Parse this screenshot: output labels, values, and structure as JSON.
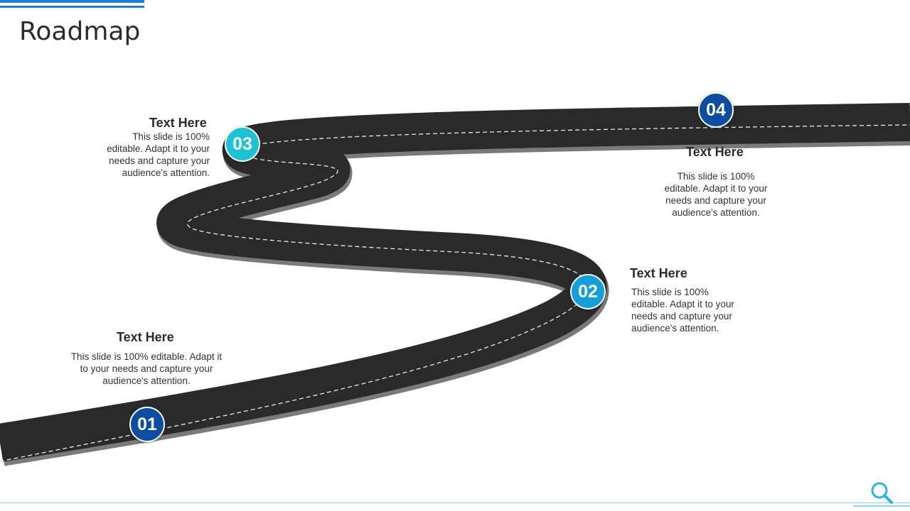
{
  "title": "Roadmap",
  "colors": {
    "accent": "#1f7fd6",
    "marker_dark": "#0b4da2",
    "marker_mid": "#139fd9",
    "marker_light": "#1cc3d4",
    "road": "#2a2a2a",
    "footer": "#8fd3ee"
  },
  "milestones": [
    {
      "number": "01",
      "heading": "Text Here",
      "text": "This slide is 100% editable. Adapt it to your needs and capture your audience's attention."
    },
    {
      "number": "02",
      "heading": "Text Here",
      "text": "This slide is 100% editable. Adapt it to your needs and capture your audience's attention."
    },
    {
      "number": "03",
      "heading": "Text Here",
      "text": "This slide is 100% editable. Adapt it to your needs and capture your audience's attention."
    },
    {
      "number": "04",
      "heading": "Text Here",
      "text": "This slide is 100% editable. Adapt it to your needs and capture your audience's attention."
    }
  ],
  "icons": {
    "zoom": "search-icon"
  }
}
